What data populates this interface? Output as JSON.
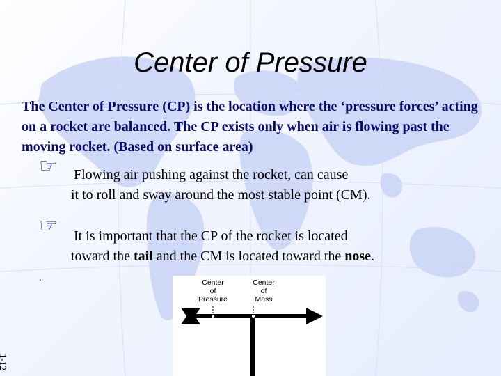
{
  "title": "Center of Pressure",
  "intro": "The Center of Pressure (CP) is the location where the ‘pressure forces’ acting on a rocket are balanced. The CP exists only when air is flowing past the moving rocket.  (Based on surface area)",
  "bullets": [
    {
      "line1": "Flowing air pushing against the rocket, can cause",
      "line2": "it to roll and sway around the most stable point (CM)."
    },
    {
      "line1_a": "It is important that the CP of the rocket is located",
      "line2_a": "toward the ",
      "tail": "tail",
      "line2_b": " and the CM is located toward the ",
      "nose": "nose",
      "line2_c": "."
    }
  ],
  "stray_dot": ".",
  "figure": {
    "cp_label_1": "Center",
    "cp_label_2": "of",
    "cp_label_3": "Pressure",
    "cm_label_1": "Center",
    "cm_label_2": "of",
    "cm_label_3": "Mass"
  },
  "slide_number": "1-12",
  "colors": {
    "intro_text": "#0a0a6e",
    "bullet_icon": "#1a2a9a",
    "map": "#c4d0f5"
  },
  "icons": {
    "bullet": "pointing-hand-icon"
  }
}
